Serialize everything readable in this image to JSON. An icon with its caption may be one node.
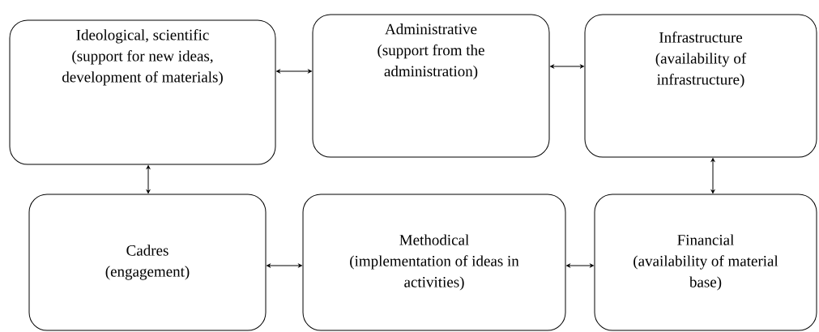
{
  "diagram": {
    "nodes": [
      {
        "text": [
          "Ideological, scientific",
          "(support for new ideas, development of materials)"
        ]
      },
      {
        "text": [
          "Administrative",
          "(support from the administration)"
        ]
      },
      {
        "text": [
          "Infrastructure",
          "(availability of infrastructure)"
        ]
      },
      {
        "text": [
          "Cadres",
          "(engagement)"
        ]
      },
      {
        "text": [
          "Methodical",
          "(implementation of ideas in activities)"
        ]
      },
      {
        "text": [
          "Financial",
          "(availability of material base)"
        ]
      }
    ],
    "edges": [
      {
        "from": 0,
        "to": 1,
        "arrow": "both"
      },
      {
        "from": 1,
        "to": 2,
        "arrow": "both"
      },
      {
        "from": 0,
        "to": 3,
        "arrow": "both"
      },
      {
        "from": 2,
        "to": 5,
        "arrow": "both"
      },
      {
        "from": 3,
        "to": 4,
        "arrow": "both"
      },
      {
        "from": 4,
        "to": 5,
        "arrow": "both"
      }
    ]
  }
}
